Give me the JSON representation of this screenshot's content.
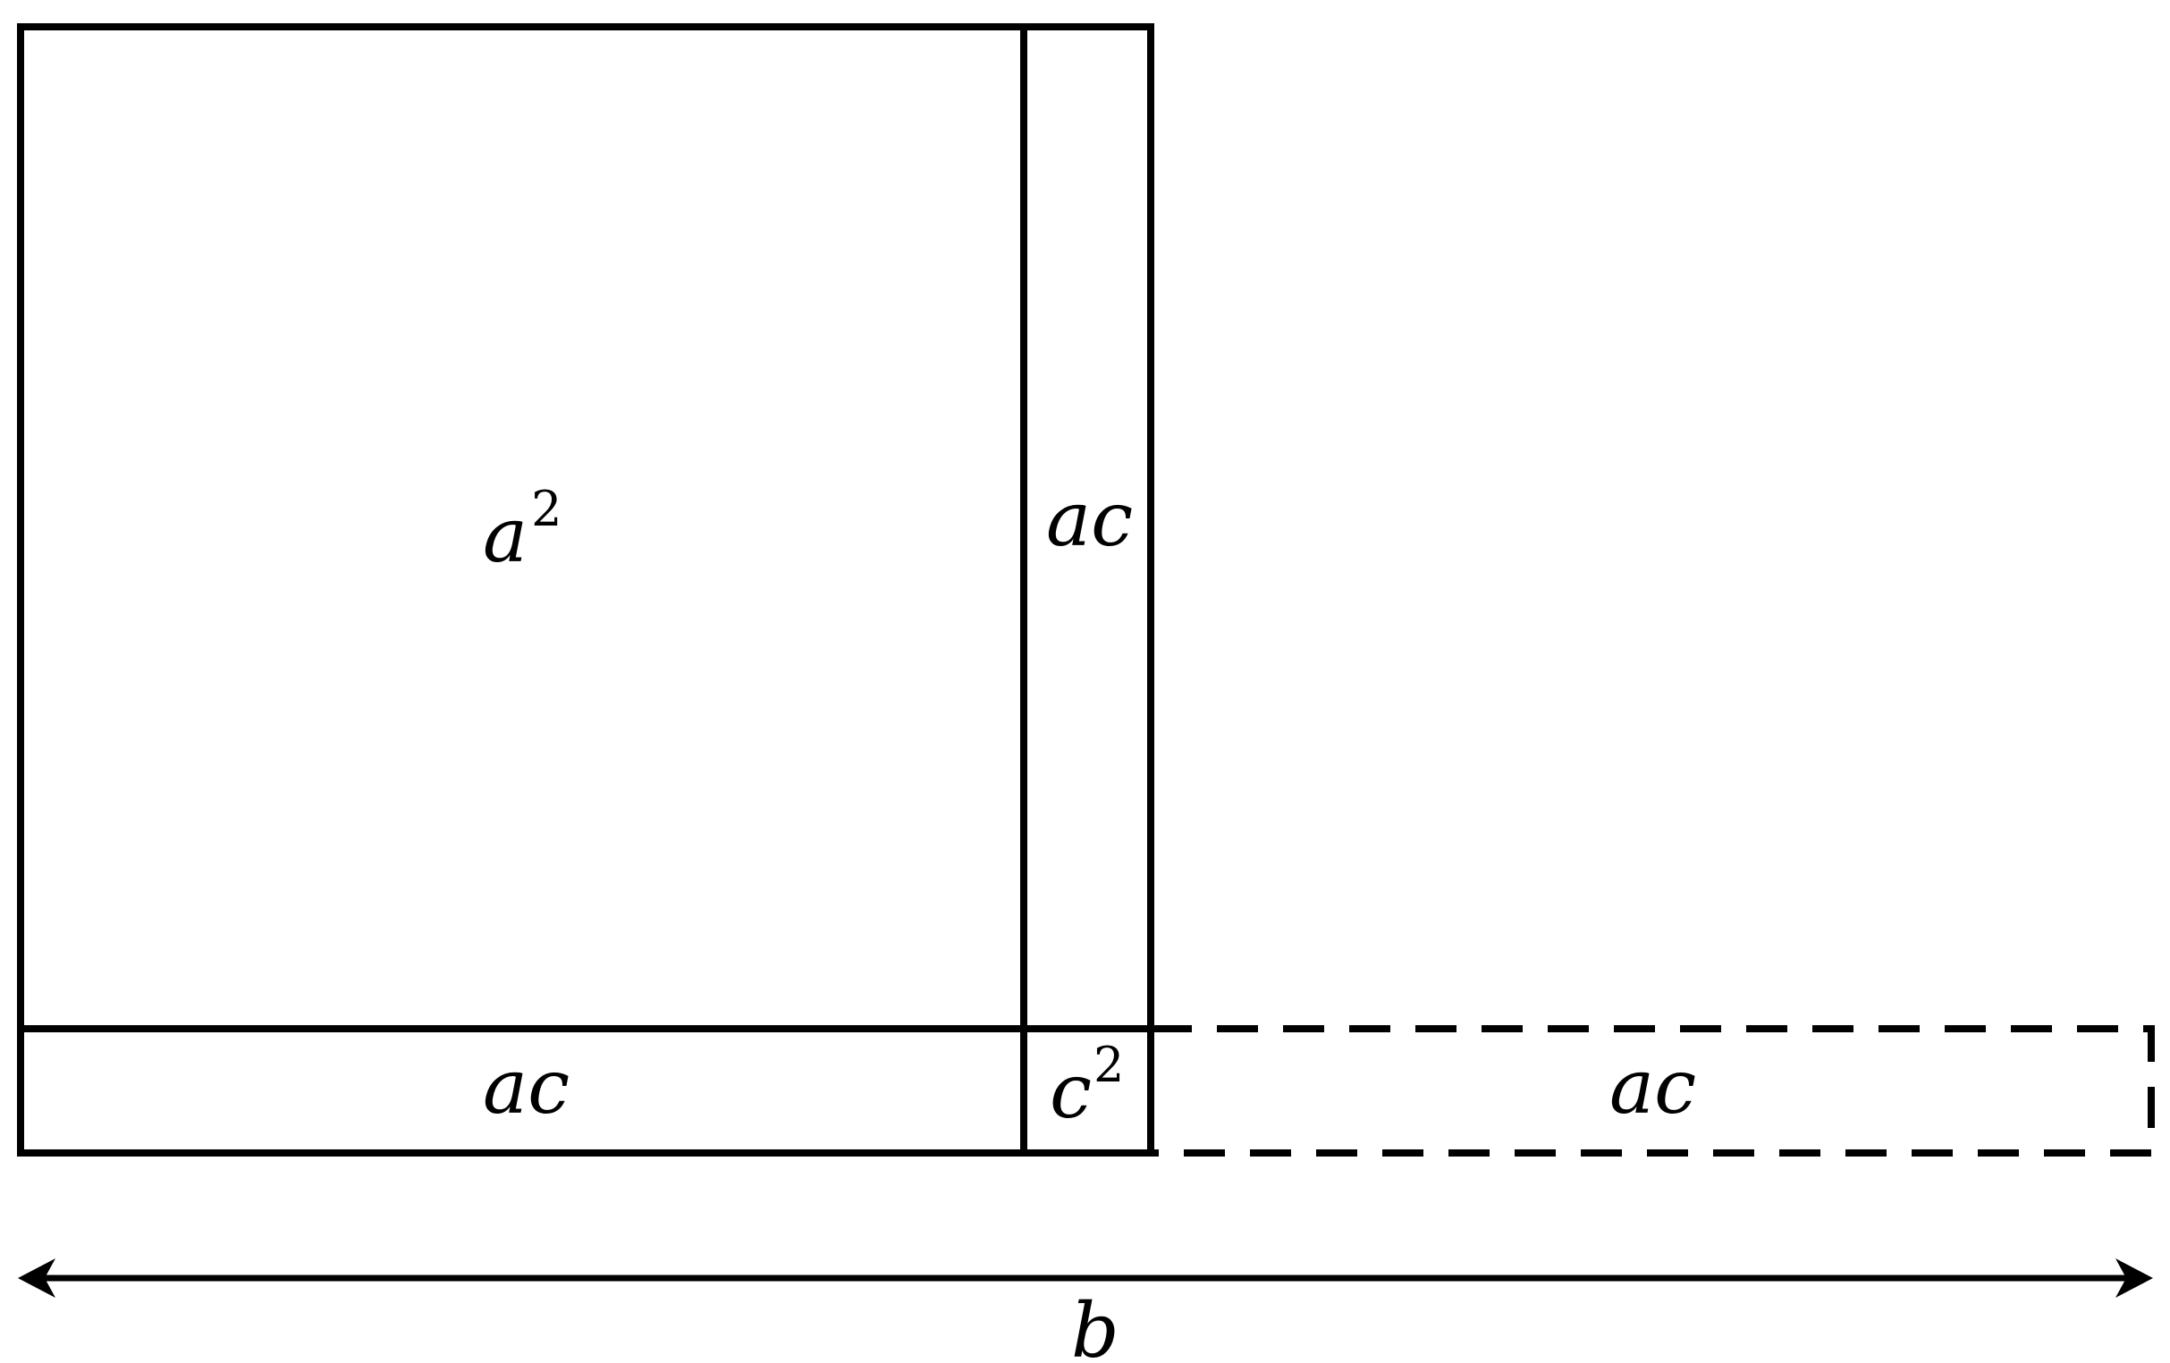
{
  "diagram": {
    "regions": {
      "a_squared": {
        "base": "a",
        "exponent": "2"
      },
      "ac_right_column": {
        "label": "ac"
      },
      "ac_bottom_row": {
        "label": "ac"
      },
      "c_squared": {
        "base": "c",
        "exponent": "2"
      },
      "ac_dashed_extension": {
        "label": "ac"
      }
    },
    "dimension": {
      "label": "b"
    },
    "colors": {
      "stroke": "#000000",
      "background": "#ffffff"
    }
  }
}
